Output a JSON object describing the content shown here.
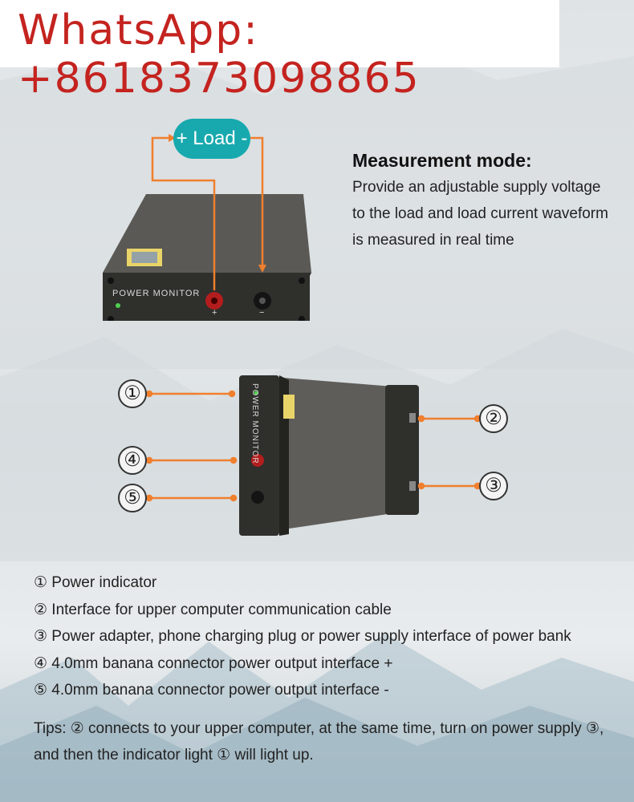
{
  "banner": {
    "text": "WhatsApp: +8618373098865"
  },
  "load": {
    "label": "+ Load -"
  },
  "device": {
    "label": "POWER MONITOR",
    "plus": "+",
    "minus": "−"
  },
  "measurement": {
    "title": "Measurement mode:",
    "description": "Provide an adjustable supply voltage to the load and load current waveform is measured in real time"
  },
  "callouts": [
    "①",
    "②",
    "③",
    "④",
    "⑤"
  ],
  "legend": [
    "① Power indicator",
    "② Interface for upper computer communication cable",
    "③ Power adapter, phone charging plug or power supply interface of power bank",
    "④ 4.0mm banana connector power output interface +",
    "⑤ 4.0mm banana connector power output interface -"
  ],
  "tips": "Tips: ② connects to your upper computer, at the same time, turn on power supply ③, and then the indicator light ① will light up.",
  "colors": {
    "accent_orange": "#f07f2e",
    "load_teal": "#17a9ae",
    "whatsapp_red": "#c4231f",
    "device_body": "#3b3b38"
  }
}
